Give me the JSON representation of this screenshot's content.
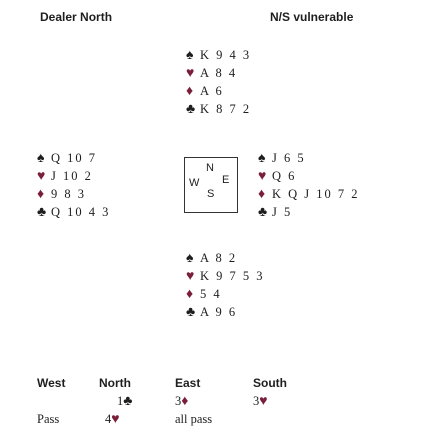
{
  "header": {
    "dealer": "Dealer North",
    "vulnerability": "N/S vulnerable"
  },
  "colors": {
    "red_suit": "#7a1f3a",
    "black_suit": "#1e1e1e"
  },
  "suits": {
    "spades": "♠",
    "hearts": "♥",
    "diamonds": "♦",
    "clubs": "♣"
  },
  "compass": {
    "n": "N",
    "w": "W",
    "e": "E",
    "s": "S"
  },
  "hands": {
    "north": {
      "spades": "K 9 4 3",
      "hearts": "A 8 4",
      "diamonds": "A 6",
      "clubs": "K 8 7 2"
    },
    "west": {
      "spades": "Q 10 7",
      "hearts": "J 10 2",
      "diamonds": "9 8 3",
      "clubs": "Q 10 4 3"
    },
    "east": {
      "spades": "J 6 5",
      "hearts": "Q 6",
      "diamonds": "K Q J 10 7 2",
      "clubs": "J 5"
    },
    "south": {
      "spades": "A 8 2",
      "hearts": "K 9 7 5 3",
      "diamonds": "5 4",
      "clubs": "A 9 6"
    }
  },
  "auction": {
    "headers": {
      "west": "West",
      "north": "North",
      "east": "East",
      "south": "South"
    },
    "row1": {
      "north_level": "1",
      "east_level": "3",
      "south_level": "3"
    },
    "row2": {
      "west": "Pass",
      "north_level": "4",
      "east": "all pass"
    }
  }
}
